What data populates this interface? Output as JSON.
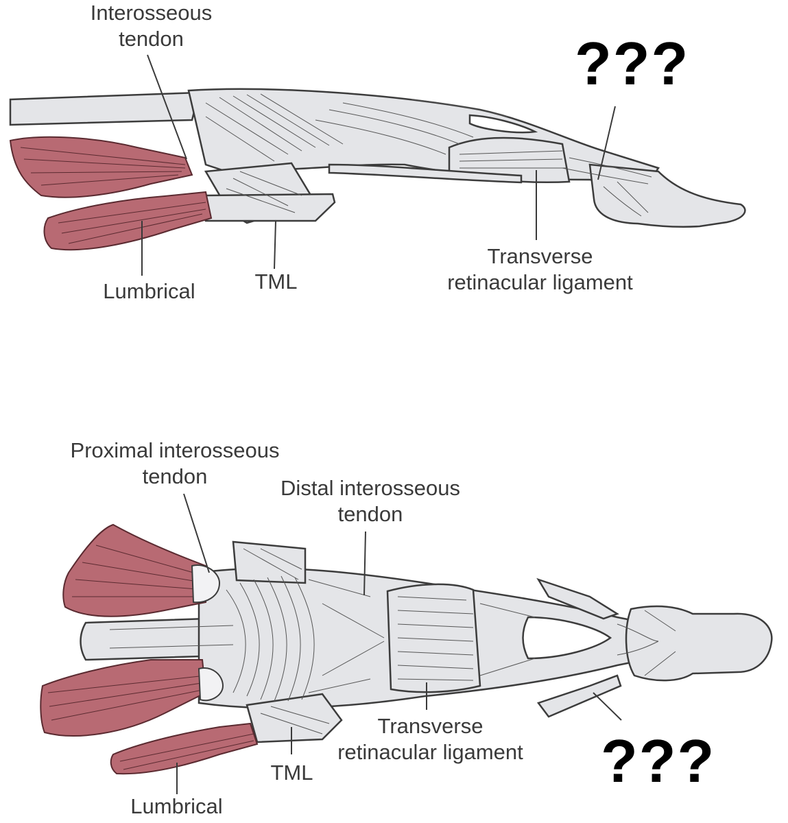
{
  "colors": {
    "muscle": "#b86a73",
    "muscle_stroke": "#5a2a30",
    "tendon_fill": "#e4e5e8",
    "outline": "#3c3c3c",
    "line": "#555555",
    "label_text": "#3a3a3a",
    "question": "#000000"
  },
  "icons": {
    "question_marks": "question-mark-glyphs"
  },
  "top_figure": {
    "labels": {
      "interosseous_tendon_line1": "Interosseous",
      "interosseous_tendon_line2": "tendon",
      "lumbrical": "Lumbrical",
      "tml": "TML",
      "transverse_line1": "Transverse",
      "transverse_line2": "retinacular ligament",
      "unknown": "???"
    }
  },
  "bottom_figure": {
    "labels": {
      "proximal_line1": "Proximal interosseous",
      "proximal_line2": "tendon",
      "distal_line1": "Distal interosseous",
      "distal_line2": "tendon",
      "transverse_line1": "Transverse",
      "transverse_line2": "retinacular ligament",
      "tml": "TML",
      "lumbrical": "Lumbrical",
      "unknown": "???"
    }
  }
}
